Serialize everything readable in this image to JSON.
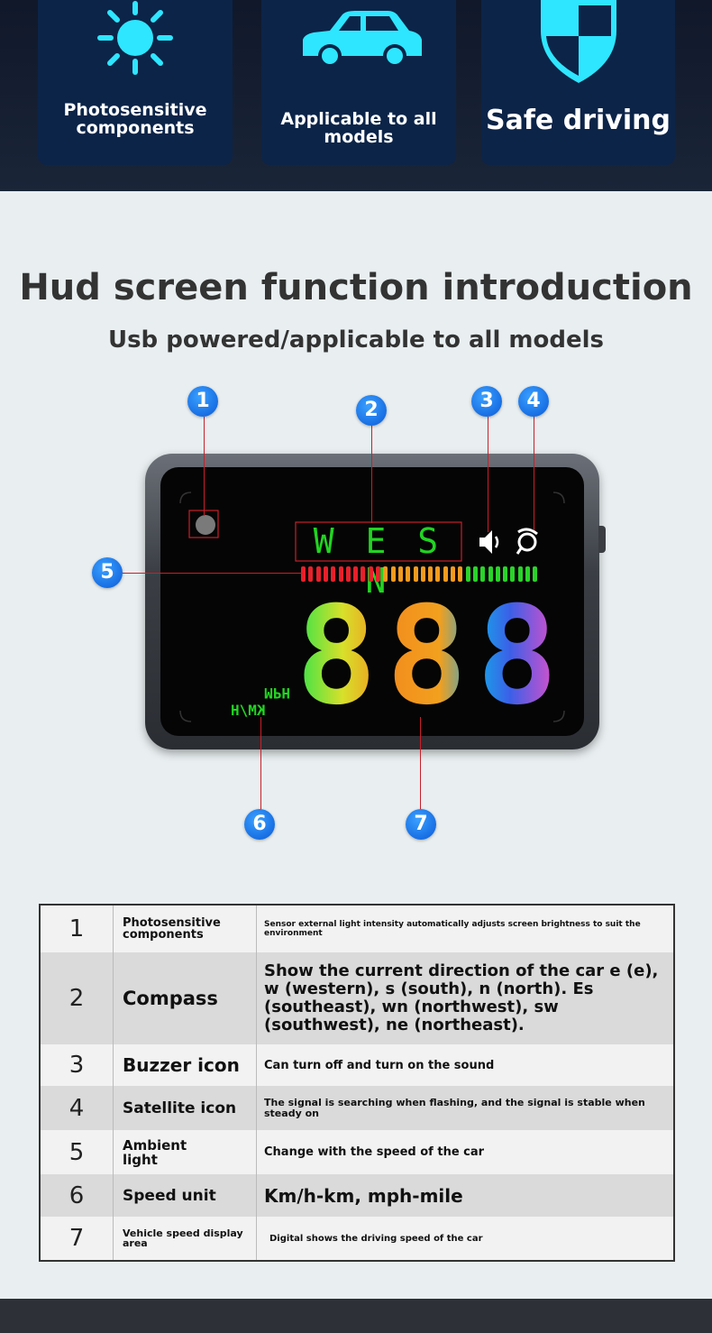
{
  "features": [
    {
      "label": "Photosensitive components",
      "icon": "sun-icon"
    },
    {
      "label": "Applicable to all models",
      "icon": "car-icon"
    },
    {
      "label": "Safe driving",
      "icon": "shield-icon"
    }
  ],
  "heading": "Hud screen function introduction",
  "subheading": "Usb powered/applicable to all models",
  "callouts": [
    "1",
    "2",
    "3",
    "4",
    "5",
    "6",
    "7"
  ],
  "device": {
    "compass_text": "W E S N",
    "unit_mph": "MPH",
    "unit_kmh": "KM/H",
    "digits": "888"
  },
  "table": {
    "rows": [
      {
        "num": "1",
        "name": "Photosensitive components",
        "desc": "Sensor external light intensity automatically adjusts screen brightness to suit the environment"
      },
      {
        "num": "2",
        "name": "Compass",
        "desc": "Show the current direction of the car e (e), w (western), s (south), n (north). Es (southeast), wn (northwest), sw (southwest), ne (northeast)."
      },
      {
        "num": "3",
        "name": "Buzzer icon",
        "desc": "Can turn off and turn on the sound"
      },
      {
        "num": "4",
        "name": "Satellite icon",
        "desc": "The signal is searching when flashing, and the signal is stable when steady on"
      },
      {
        "num": "5",
        "name": "Ambient light",
        "desc": "Change with the speed of the car"
      },
      {
        "num": "6",
        "name": "Speed unit",
        "desc": "Km/h-km, mph-mile"
      },
      {
        "num": "7",
        "name": "Vehicle speed display area",
        "desc": "Digital shows the driving speed of the car"
      }
    ]
  },
  "colors": {
    "accent": "#2ee6ff",
    "badge": "#1a7be8",
    "leader": "#c8202a",
    "compass": "#22d422"
  }
}
